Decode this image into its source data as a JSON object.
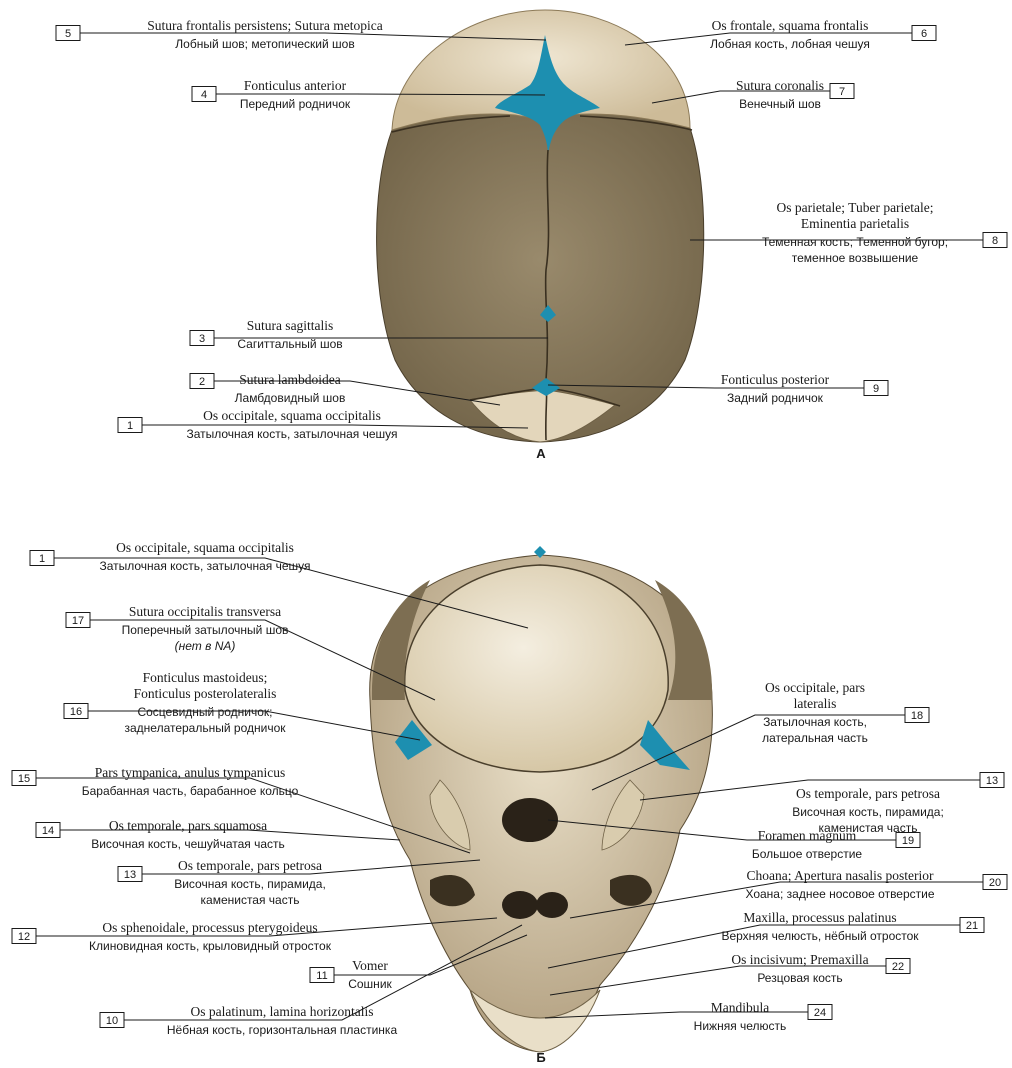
{
  "panels": {
    "top_letter": "А",
    "bottom_letter": "Б"
  },
  "top_labels": [
    {
      "num": "5",
      "latin": [
        "Sutura frontalis persistens; Sutura metopica"
      ],
      "russian": [
        "Лобный шов; метопический шов"
      ]
    },
    {
      "num": "4",
      "latin": [
        "Fonticulus anterior"
      ],
      "russian": [
        "Передний родничок"
      ]
    },
    {
      "num": "3",
      "latin": [
        "Sutura sagittalis"
      ],
      "russian": [
        "Сагиттальный шов"
      ]
    },
    {
      "num": "2",
      "latin": [
        "Sutura lambdoidea"
      ],
      "russian": [
        "Ламбдовидный шов"
      ]
    },
    {
      "num": "1",
      "latin": [
        "Os occipitale, squama occipitalis"
      ],
      "russian": [
        "Затылочная кость, затылочная чешуя"
      ]
    },
    {
      "num": "6",
      "latin": [
        "Os frontale, squama frontalis"
      ],
      "russian": [
        "Лобная кость, лобная чешуя"
      ]
    },
    {
      "num": "7",
      "latin": [
        "Sutura coronalis"
      ],
      "russian": [
        "Венечный шов"
      ]
    },
    {
      "num": "8",
      "latin": [
        "Os parietale; Tuber parietale;",
        "Eminentia parietalis"
      ],
      "russian": [
        "Теменная кость; Теменной бугор;",
        "теменное возвышение"
      ]
    },
    {
      "num": "9",
      "latin": [
        "Fonticulus posterior"
      ],
      "russian": [
        "Задний родничок"
      ]
    }
  ],
  "bottom_labels": [
    {
      "num": "1",
      "latin": [
        "Os occipitale, squama occipitalis"
      ],
      "russian": [
        "Затылочная кость, затылочная чешуя"
      ]
    },
    {
      "num": "17",
      "latin": [
        "Sutura occipitalis transversa"
      ],
      "russian": [
        "Поперечный затылочный шов"
      ],
      "note": "(нет в NA)"
    },
    {
      "num": "16",
      "latin": [
        "Fonticulus mastoideus;",
        "Fonticulus posterolateralis"
      ],
      "russian": [
        "Сосцевидный родничок;",
        "заднелатеральный родничок"
      ]
    },
    {
      "num": "15",
      "latin": [
        "Pars tympanica, anulus tympanicus"
      ],
      "russian": [
        "Барабанная часть, барабанное кольцо"
      ]
    },
    {
      "num": "14",
      "latin": [
        "Os temporale, pars squamosa"
      ],
      "russian": [
        "Височная кость, чешуйчатая часть"
      ]
    },
    {
      "num": "13",
      "latin": [
        "Os temporale, pars petrosa"
      ],
      "russian": [
        "Височная кость, пирамида,",
        "каменистая часть"
      ]
    },
    {
      "num": "12",
      "latin": [
        "Os sphenoidale, processus pterygoideus"
      ],
      "russian": [
        "Клиновидная кость, крыловидный отросток"
      ]
    },
    {
      "num": "11",
      "latin": [
        "Vomer"
      ],
      "russian": [
        "Сошник"
      ]
    },
    {
      "num": "10",
      "latin": [
        "Os palatinum, lamina horizontalis"
      ],
      "russian": [
        "Нёбная кость, горизонтальная пластинка"
      ]
    },
    {
      "num": "18",
      "latin": [
        "Os occipitale, pars",
        "lateralis"
      ],
      "russian": [
        "Затылочная кость,",
        "латеральная часть"
      ]
    },
    {
      "num": "13",
      "latin": [
        "Os temporale, pars petrosa"
      ],
      "russian": [
        "Височная кость, пирамида;",
        "каменистая часть"
      ]
    },
    {
      "num": "19",
      "latin": [
        "Foramen magnum"
      ],
      "russian": [
        "Большое отверстие"
      ]
    },
    {
      "num": "20",
      "latin": [
        "Choana; Apertura nasalis posterior"
      ],
      "russian": [
        "Хоана; заднее носовое отверстие"
      ]
    },
    {
      "num": "21",
      "latin": [
        "Maxilla, processus palatinus"
      ],
      "russian": [
        "Верхняя челюсть, нёбный отросток"
      ]
    },
    {
      "num": "22",
      "latin": [
        "Os incisivum; Premaxilla"
      ],
      "russian": [
        "Резцовая кость"
      ]
    },
    {
      "num": "24",
      "latin": [
        "Mandibula"
      ],
      "russian": [
        "Нижняя челюсть"
      ]
    }
  ],
  "colors": {
    "bone_light": "#e8ddc6",
    "bone_mid": "#c9b48f",
    "parietal": "#8a7a5c",
    "fontanelle": "#1d8fb0"
  }
}
